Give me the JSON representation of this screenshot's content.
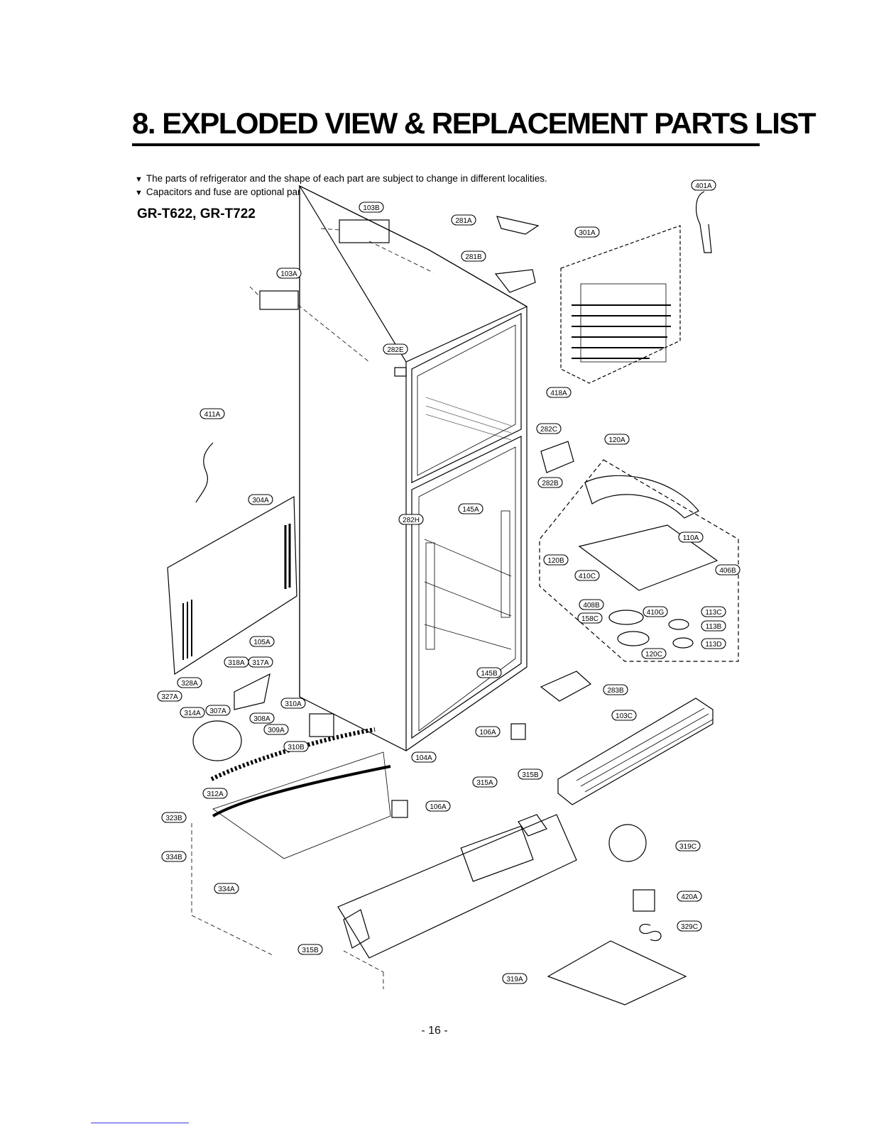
{
  "section_title": "8. EXPLODED VIEW & REPLACEMENT PARTS LIST",
  "notes": [
    "The parts of refrigerator and the shape of each part are subject to change in different localities.",
    "Capacitors and fuse are optional parts."
  ],
  "note_bullet": "▼",
  "model": "GR-T622, GR-T722",
  "part_callouts": [
    "103B",
    "281A",
    "401A",
    "281B",
    "301A",
    "103A",
    "282E",
    "418A",
    "411A",
    "282C",
    "120A",
    "282B",
    "304A",
    "145A",
    "282H",
    "110A",
    "120B",
    "410C",
    "406B",
    "408B",
    "158C",
    "410G",
    "113C",
    "113B",
    "113D",
    "120C",
    "105A",
    "318A",
    "317A",
    "328A",
    "145B",
    "283B",
    "327A",
    "310A",
    "307A",
    "314A",
    "308A",
    "309A",
    "310B",
    "103C",
    "106A",
    "104A",
    "315A",
    "315B",
    "312A",
    "106A",
    "323B",
    "319C",
    "334B",
    "334A",
    "420A",
    "329C",
    "315B",
    "319A"
  ],
  "page_number": "- 16 -"
}
